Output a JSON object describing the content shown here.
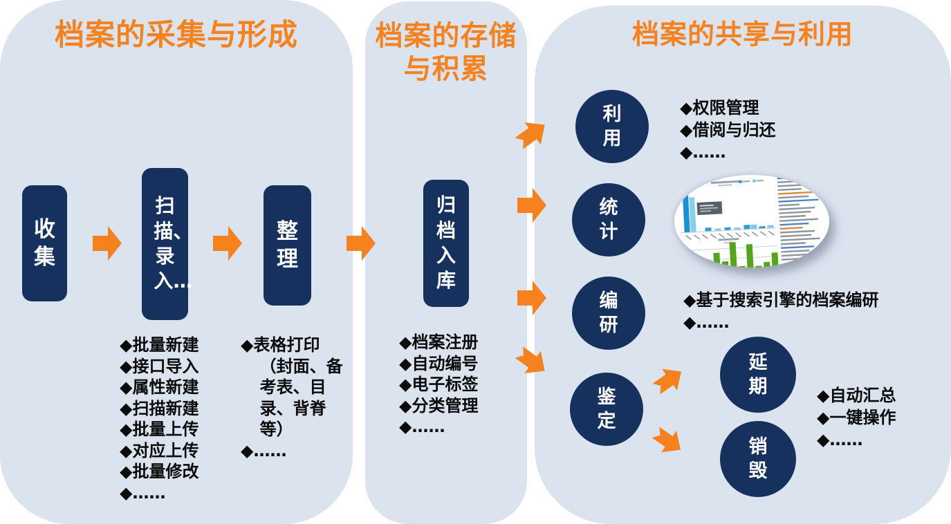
{
  "colors": {
    "panel_bg": "#dbe3ef",
    "navy": "#17315f",
    "orange": "#f5821f",
    "text": "#0b0b0b"
  },
  "collection": {
    "title": "档案的采集与形成",
    "nodes": {
      "collect": "收集",
      "scan": "扫描、录入…",
      "organize": "整理"
    },
    "scan_features": [
      "◆批量新建",
      "◆接口导入",
      "◆属性新建",
      "◆扫描新建",
      "◆批量上传",
      "◆对应上传",
      "◆批量修改",
      "◆……"
    ],
    "organize_features": [
      "◆表格打印（封面、备考表、目录、背脊等）",
      "◆……"
    ]
  },
  "storage": {
    "title": "档案的存储与积累",
    "node": "归档入库",
    "features": [
      "◆档案注册",
      "◆自动编号",
      "◆电子标签",
      "◆分类管理",
      "◆……"
    ]
  },
  "sharing": {
    "title": "档案的共享与利用",
    "circles": {
      "use": "利用",
      "stat": "统计",
      "research": "编研",
      "appraise": "鉴定",
      "extend": "延期",
      "destroy": "销毁"
    },
    "use_features": [
      "◆权限管理",
      "◆借阅与归还",
      "◆……"
    ],
    "research_features": [
      "◆基于搜索引擎的档案编研",
      "◆……"
    ],
    "appraise_features": [
      "◆自动汇总",
      "◆一键操作",
      "◆……"
    ]
  },
  "stats_preview": {
    "icon": "statistics-dashboard-thumbnail",
    "tall_bars": [
      [
        14,
        56,
        "#1d8fd1"
      ],
      [
        23,
        50,
        "#85d0ef"
      ]
    ],
    "mini_bars": [
      [
        44,
        5
      ],
      [
        58,
        3
      ],
      [
        72,
        4
      ],
      [
        86,
        3
      ],
      [
        100,
        6
      ],
      [
        110,
        6
      ],
      [
        122,
        3
      ],
      [
        134,
        4
      ]
    ],
    "green_bars": [
      [
        30,
        14
      ],
      [
        42,
        8
      ],
      [
        54,
        30
      ],
      [
        66,
        17
      ],
      [
        78,
        44
      ],
      [
        90,
        9
      ],
      [
        102,
        40
      ],
      [
        114,
        8
      ],
      [
        126,
        13
      ],
      [
        138,
        26
      ]
    ],
    "text_lines": [
      48,
      40,
      55,
      34,
      50,
      44,
      58,
      30,
      52,
      46,
      38,
      56,
      42,
      33,
      50,
      45,
      57,
      36,
      48,
      41,
      54,
      30
    ]
  }
}
